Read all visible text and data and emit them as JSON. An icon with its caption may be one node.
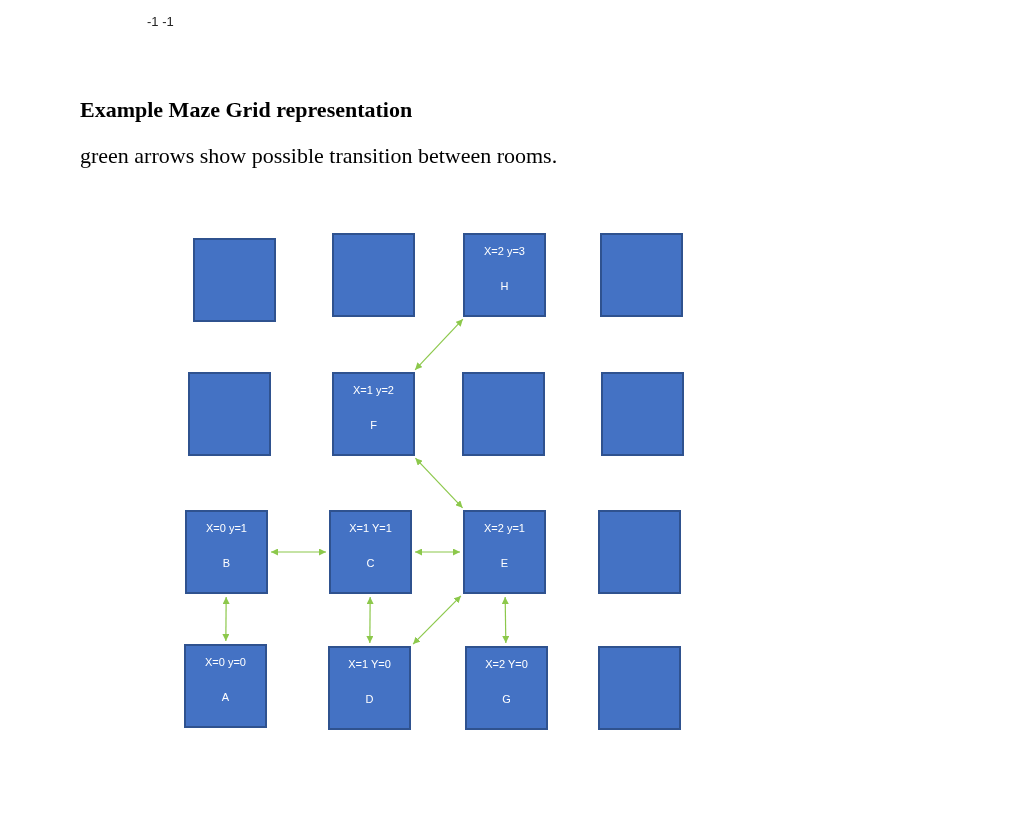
{
  "diagram": {
    "title": "Example Maze Grid representation",
    "caption": "green arrows show possible transition between rooms.",
    "nodes": [
      {
        "text": [],
        "shape": "box"
      },
      {
        "text": [],
        "shape": "box"
      },
      {
        "text": [
          "X=2 y=3",
          "H"
        ]
      },
      {
        "text": [],
        "shape": "box"
      },
      {
        "text": [],
        "shape": "box"
      },
      {
        "text": [
          "X=1 y=2",
          "F"
        ]
      },
      {
        "text": [],
        "shape": "box"
      },
      {
        "text": [],
        "shape": "box"
      },
      {
        "text": [
          "X=0 y=1",
          "B"
        ]
      },
      {
        "text": [
          "X=1 Y=1",
          "C"
        ]
      },
      {
        "text": [
          "X=2 y=1",
          "E"
        ]
      },
      {
        "text": [],
        "shape": "box"
      },
      {
        "text": [
          "X=0 y=0",
          "A"
        ]
      },
      {
        "text": [
          "X=1 Y=0",
          "D"
        ]
      },
      {
        "text": [
          "X=2 Y=0",
          "G"
        ]
      },
      {
        "text": [],
        "shape": "box"
      }
    ],
    "edges": [
      {
        "from": 2,
        "to": 5,
        "arrow": "both"
      },
      {
        "from": 5,
        "to": 10,
        "arrow": "both"
      },
      {
        "from": 8,
        "to": 9,
        "arrow": "both"
      },
      {
        "from": 9,
        "to": 10,
        "arrow": "both"
      },
      {
        "from": 8,
        "to": 12,
        "arrow": "both"
      },
      {
        "from": 9,
        "to": 13,
        "arrow": "both"
      },
      {
        "from": 10,
        "to": 13,
        "arrow": "both"
      },
      {
        "from": 10,
        "to": 14,
        "arrow": "both"
      }
    ],
    "labels": [
      "-1 -1"
    ]
  }
}
